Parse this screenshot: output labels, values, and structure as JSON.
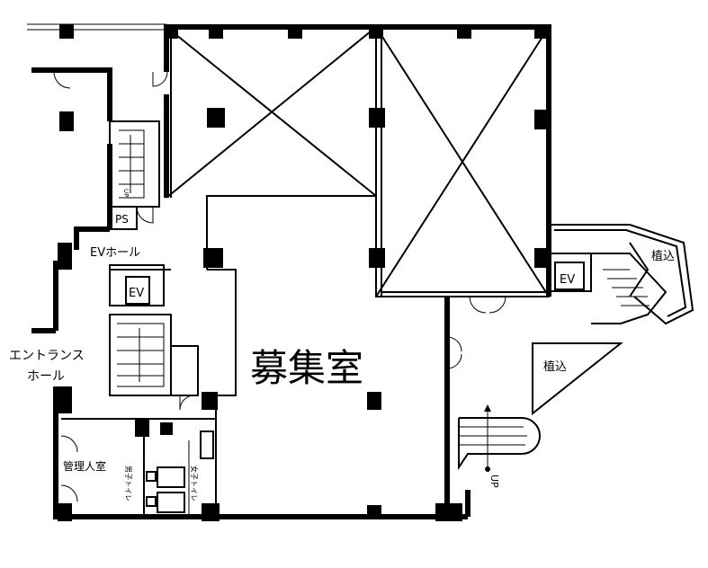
{
  "labels": {
    "vacancy": "募集室",
    "ev_hall": "EVホール",
    "entrance_hall_line1": "エントランス",
    "entrance_hall_line2": "ホール",
    "ps": "PS",
    "ev_main": "EV",
    "ev_east": "EV",
    "planting_top": "植込",
    "planting_bottom": "植込",
    "management_room": "管理人室",
    "toilet_men": "男子トイレ",
    "toilet_women": "女子トイレ",
    "stair_up": "UP",
    "stair_up_small": "UP"
  }
}
